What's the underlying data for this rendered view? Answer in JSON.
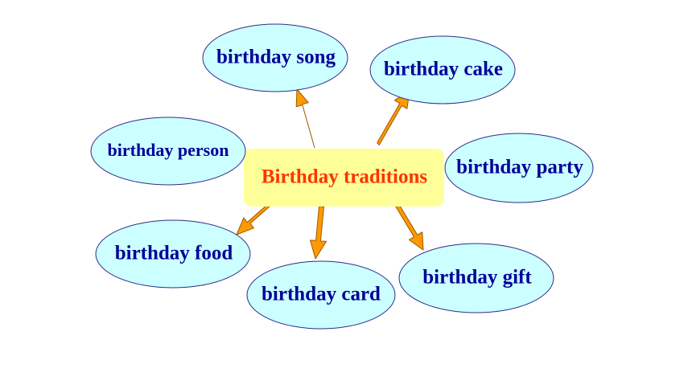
{
  "center": {
    "label": "Birthday traditions"
  },
  "bubbles": [
    {
      "label": "birthday song"
    },
    {
      "label": "birthday cake"
    },
    {
      "label": "birthday person"
    },
    {
      "label": "birthday party"
    },
    {
      "label": "birthday food"
    },
    {
      "label": "birthday card"
    },
    {
      "label": "birthday gift"
    }
  ],
  "colors": {
    "bubble_fill": "#ccffff",
    "bubble_text": "#000099",
    "center_fill": "#ffff99",
    "center_text": "#ff3300",
    "arrow_fill": "#ff9900"
  }
}
